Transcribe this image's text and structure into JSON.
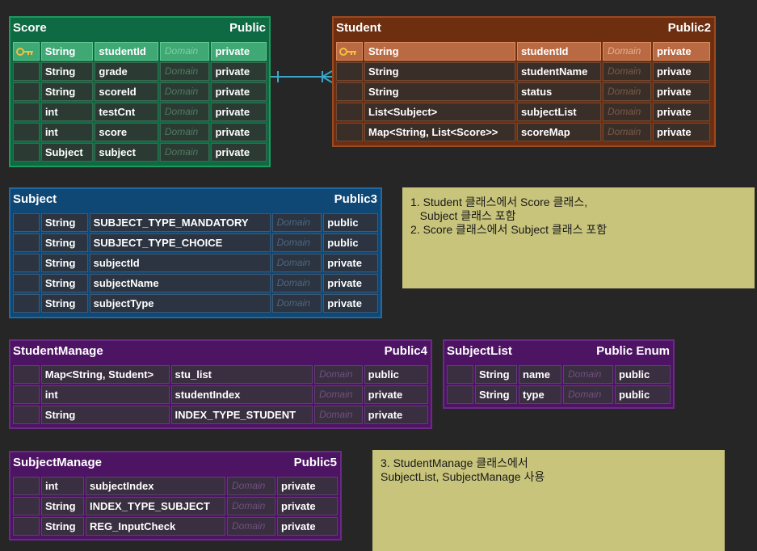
{
  "entities": {
    "score": {
      "name": "Score",
      "access": "Public",
      "fields": [
        {
          "type": "String",
          "name": "studentId",
          "domain": "Domain",
          "vis": "private"
        },
        {
          "type": "String",
          "name": "grade",
          "domain": "Domain",
          "vis": "private"
        },
        {
          "type": "String",
          "name": "scoreId",
          "domain": "Domain",
          "vis": "private"
        },
        {
          "type": "int",
          "name": "testCnt",
          "domain": "Domain",
          "vis": "private"
        },
        {
          "type": "int",
          "name": "score",
          "domain": "Domain",
          "vis": "private"
        },
        {
          "type": "Subject",
          "name": "subject",
          "domain": "Domain",
          "vis": "private"
        }
      ]
    },
    "student": {
      "name": "Student",
      "access": "Public2",
      "fields": [
        {
          "type": "String",
          "name": "studentId",
          "domain": "Domain",
          "vis": "private"
        },
        {
          "type": "String",
          "name": "studentName",
          "domain": "Domain",
          "vis": "private"
        },
        {
          "type": "String",
          "name": "status",
          "domain": "Domain",
          "vis": "private"
        },
        {
          "type": "List<Subject>",
          "name": "subjectList",
          "domain": "Domain",
          "vis": "private"
        },
        {
          "type": "Map<String, List<Score>>",
          "name": "scoreMap",
          "domain": "Domain",
          "vis": "private"
        }
      ]
    },
    "subject": {
      "name": "Subject",
      "access": "Public3",
      "fields": [
        {
          "type": "String",
          "name": "SUBJECT_TYPE_MANDATORY",
          "domain": "Domain",
          "vis": "public"
        },
        {
          "type": "String",
          "name": "SUBJECT_TYPE_CHOICE",
          "domain": "Domain",
          "vis": "public"
        },
        {
          "type": "String",
          "name": "subjectId",
          "domain": "Domain",
          "vis": "private"
        },
        {
          "type": "String",
          "name": "subjectName",
          "domain": "Domain",
          "vis": "private"
        },
        {
          "type": "String",
          "name": "subjectType",
          "domain": "Domain",
          "vis": "private"
        }
      ]
    },
    "studentManage": {
      "name": "StudentManage",
      "access": "Public4",
      "fields": [
        {
          "type": "Map<String, Student>",
          "name": "stu_list",
          "domain": "Domain",
          "vis": "public"
        },
        {
          "type": "int",
          "name": "studentIndex",
          "domain": "Domain",
          "vis": "private"
        },
        {
          "type": "String",
          "name": "INDEX_TYPE_STUDENT",
          "domain": "Domain",
          "vis": "private"
        }
      ]
    },
    "subjectList": {
      "name": "SubjectList",
      "access": "Public Enum",
      "fields": [
        {
          "type": "String",
          "name": "name",
          "domain": "Domain",
          "vis": "public"
        },
        {
          "type": "String",
          "name": "type",
          "domain": "Domain",
          "vis": "public"
        }
      ]
    },
    "subjectManage": {
      "name": "SubjectManage",
      "access": "Public5",
      "fields": [
        {
          "type": "int",
          "name": "subjectIndex",
          "domain": "Domain",
          "vis": "private"
        },
        {
          "type": "String",
          "name": "INDEX_TYPE_SUBJECT",
          "domain": "Domain",
          "vis": "private"
        },
        {
          "type": "String",
          "name": "REG_InputCheck",
          "domain": "Domain",
          "vis": "private"
        }
      ]
    }
  },
  "notes": {
    "note1": {
      "lines": [
        "1. Student 클래스에서 Score 클래스,",
        "   Subject 클래스 포함",
        "2. Score 클래스에서 Subject 클래스 포함"
      ]
    },
    "note2": {
      "lines": [
        "3. StudentManage 클래스에서",
        "SubjectList, SubjectManage 사용"
      ]
    }
  },
  "colors": {
    "background": "#262626",
    "score": "#0e6a42",
    "student": "#6e2e10",
    "subject": "#0f4775",
    "manage": "#4d1463",
    "note": "#c8c47b",
    "connector": "#3aa6c8",
    "key": "#f0c040"
  },
  "icons": {
    "primary_key": "key-icon"
  }
}
